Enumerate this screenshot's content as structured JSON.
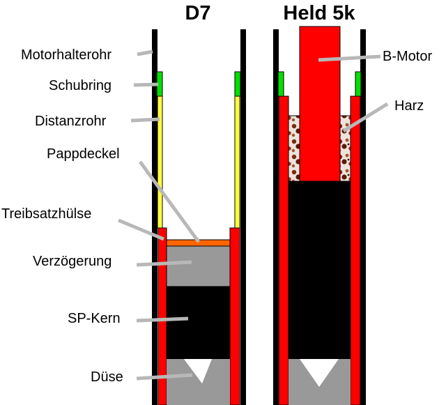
{
  "titles": {
    "left": "D7",
    "right": "Held 5k"
  },
  "labels": {
    "motorhalterohr": "Motorhalterohr",
    "schubring": "Schubring",
    "distanzrohr": "Distanzrohr",
    "pappdeckel": "Pappdeckel",
    "treibsatzhuelse": "Treibsatzhülse",
    "verzoegerung": "Verzögerung",
    "sp_kern": "SP-Kern",
    "duese": "Düse",
    "b_motor": "B-Motor",
    "harz": "Harz"
  },
  "colors": {
    "tube_wall": "#000000",
    "casing": "#ff0000",
    "thrust_ring": "#00e000",
    "spacer_tube": "#ffff40",
    "cardboard_cap": "#ff6600",
    "delay": "#999999",
    "propellant": "#000000",
    "nozzle": "#999999",
    "leader_line": "#b8b8b8",
    "resin_base": "#e8e0d8",
    "resin_speckle": "#7a2a10"
  }
}
